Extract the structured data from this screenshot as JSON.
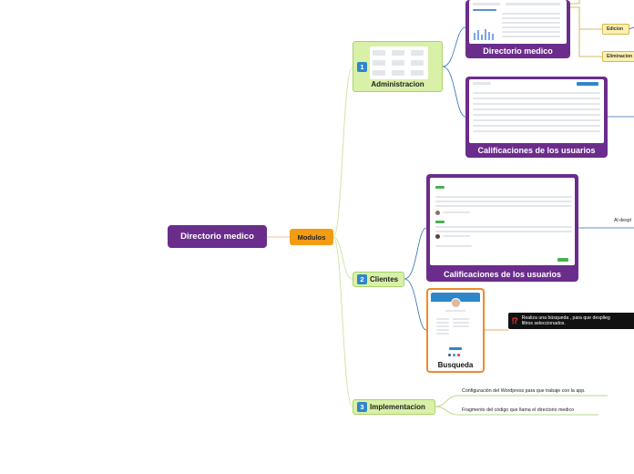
{
  "root": {
    "label": "Directorio medico"
  },
  "modulos": {
    "label": "Modulos"
  },
  "branches": {
    "admin": {
      "number": "1",
      "label": "Administracion"
    },
    "clientes": {
      "number": "2",
      "label": "Clientes"
    },
    "impl": {
      "number": "3",
      "label": "Implementacion"
    }
  },
  "admin_children": {
    "directorio": {
      "caption": "Directorio medico"
    },
    "calificaciones": {
      "caption": "Calificaciones de los usuarios"
    },
    "edicion": {
      "label": "Edicion"
    },
    "eliminacion": {
      "label": "Eliminacion"
    }
  },
  "clientes_children": {
    "calificaciones": {
      "caption": "Calificaciones de los usuarios",
      "note": "Al despl"
    },
    "busqueda": {
      "caption": "Busqueda",
      "note_line1": "Realiza una búsqueda , para que desplieg",
      "note_line2": "filtros seleccionados."
    }
  },
  "impl_children": {
    "item1": "Configuración del Wordpress para que trabaje con la app.",
    "item2": "Fragmento del código que llama el directorio medico"
  },
  "colors": {
    "root": "#6b2d8c",
    "modulos": "#f39c12",
    "branch_fill": "#d9f0a8",
    "badge": "#2f86c9",
    "tag": "#fdf0b0",
    "connector_blue": "#2f6db5",
    "connector_green": "#b9d98a"
  }
}
